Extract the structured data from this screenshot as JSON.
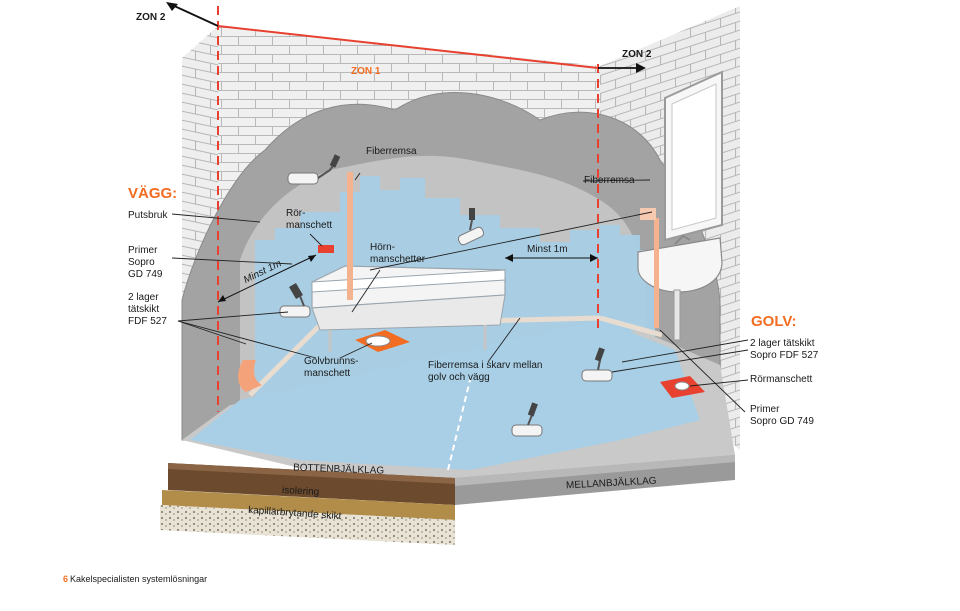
{
  "zones": {
    "zon2_left": "ZON 2",
    "zon1": "ZON 1",
    "zon2_right": "ZON 2"
  },
  "wall": {
    "heading": "VÄGG:",
    "putsbruk": "Putsbruk",
    "primer": "Primer\nSopro\nGD 749",
    "tatskikt": "2 lager\ntätskikt\nFDF 527"
  },
  "floor": {
    "heading": "GOLV:",
    "tatskikt": "2 lager tätskikt\nSopro FDF 527",
    "rormanschett": "Rörmanschett",
    "primer": "Primer\nSopro GD 749"
  },
  "callouts": {
    "fiberremsa_top": "Fiberremsa",
    "fiberremsa_right": "Fiberremsa",
    "rormanschett": "Rör-\nmanschett",
    "hornmanschetter": "Hörn-\nmanschetter",
    "minst_1m_left": "Minst 1m",
    "minst_1m_right": "Minst 1m",
    "golvbrunnsmanschett": "Golvbrunns-\nmanschett",
    "fiberremsa_skarv": "Fiberremsa i skarv mellan\ngolv och vägg"
  },
  "layers": {
    "bottenbjalklag": "BOTTENBJÄLKLAG",
    "isolering": "isolering",
    "kapillar": "kapillärbrytande skikt",
    "mellanbjalklag": "MELLANBJÄLKLAG"
  },
  "footer": {
    "page": "6",
    "text": "Kakelspecialisten systemlösningar"
  },
  "colors": {
    "accent": "#f26d21",
    "zone_line": "#e8412f",
    "membrane": "#a8cfe6",
    "concrete": "#9a9a9a",
    "brick": "#efefef"
  }
}
